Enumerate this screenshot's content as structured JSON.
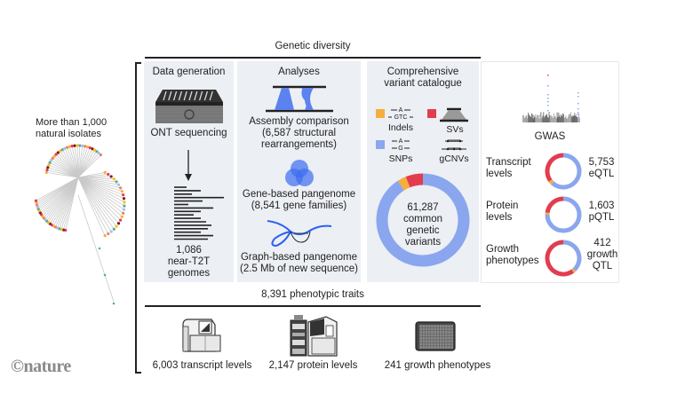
{
  "colors": {
    "snp_blue": "#8aa6ee",
    "sv_red": "#e23d4f",
    "indel_orange": "#f7ae3c",
    "panel_bg": "#eceff4",
    "accent_blue": "#3d6cf0"
  },
  "left": {
    "isolates_label_line1": "More than 1,000",
    "isolates_label_line2": "natural isolates"
  },
  "brand": {
    "logo": "©nature"
  },
  "genetic_diversity": {
    "title": "Genetic diversity",
    "data_generation": {
      "title": "Data generation",
      "sequencer_label": "ONT sequencing",
      "genomes_count": "1,086",
      "genomes_line2": "near-T2T",
      "genomes_line3": "genomes"
    },
    "analyses": {
      "title": "Analyses",
      "assembly_line1": "Assembly comparison",
      "assembly_line2": "(6,587 structural",
      "assembly_line3": "rearrangements)",
      "gene_line1": "Gene-based pangenome",
      "gene_line2": "(8,541 gene families)",
      "graph_line1": "Graph-based pangenome",
      "graph_line2": "(2.5 Mb of new sequence)"
    },
    "catalogue": {
      "title_line1": "Comprehensive",
      "title_line2": "variant catalogue",
      "legend": [
        {
          "label": "Indels",
          "glyph_top": "A",
          "glyph_bottom": "GTC",
          "color": "#f7ae3c"
        },
        {
          "label": "SVs",
          "color": "#e23d4f"
        },
        {
          "label": "SNPs",
          "glyph_top": "A",
          "glyph_bottom": "G",
          "color": "#8aa6ee"
        },
        {
          "label": "gCNVs",
          "color": null
        }
      ],
      "center_line1": "61,287",
      "center_line2": "common",
      "center_line3": "genetic",
      "center_line4": "variants"
    }
  },
  "gwas": {
    "title": "GWAS",
    "rows": [
      {
        "label_line1": "Transcript",
        "label_line2": "levels",
        "count": "5,753",
        "qtl": "eQTL",
        "qtl_line2": ""
      },
      {
        "label_line1": "Protein",
        "label_line2": "levels",
        "count": "1,603",
        "qtl": "pQTL",
        "qtl_line2": ""
      },
      {
        "label_line1": "Growth",
        "label_line2": "phenotypes",
        "count": "412",
        "qtl": "growth",
        "qtl_line2": "QTL"
      }
    ]
  },
  "phenotypes": {
    "title": "8,391 phenotypic traits",
    "items": [
      {
        "label": "6,003 transcript levels",
        "icon": "rna-seq-instrument-icon"
      },
      {
        "label": "2,147 protein levels",
        "icon": "mass-spectrometer-icon"
      },
      {
        "label": "241 growth phenotypes",
        "icon": "microplate-icon"
      }
    ]
  },
  "chart_data": [
    {
      "type": "pie",
      "title": "Comprehensive variant catalogue",
      "center_label": "61,287 common genetic variants",
      "categories": [
        "SNPs",
        "Indels",
        "SVs"
      ],
      "values": [
        91,
        3,
        6
      ],
      "units": "approx. percent of variants",
      "colors": [
        "#8aa6ee",
        "#f7ae3c",
        "#e23d4f"
      ]
    },
    {
      "type": "pie",
      "title": "Transcript levels (5,753 eQTL)",
      "categories": [
        "SNPs",
        "Indels",
        "SVs"
      ],
      "values": [
        62,
        3,
        35
      ],
      "units": "approx. percent"
    },
    {
      "type": "pie",
      "title": "Protein levels (1,603 pQTL)",
      "categories": [
        "SNPs",
        "Indels",
        "SVs"
      ],
      "values": [
        75,
        2,
        23
      ],
      "units": "approx. percent"
    },
    {
      "type": "pie",
      "title": "Growth phenotypes (412 growth QTL)",
      "categories": [
        "SNPs",
        "Indels",
        "SVs"
      ],
      "values": [
        38,
        2,
        60
      ],
      "units": "approx. percent"
    }
  ]
}
